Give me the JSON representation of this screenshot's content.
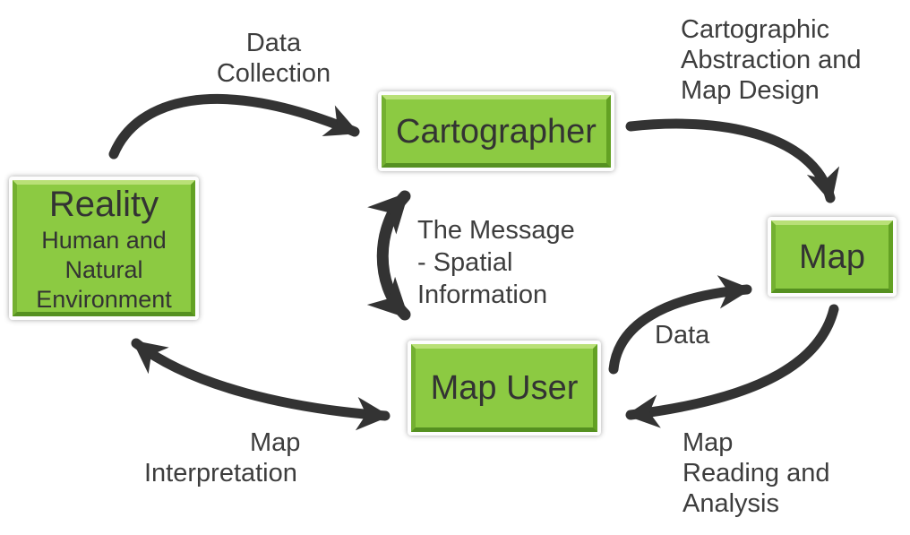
{
  "nodes": {
    "reality": {
      "title": "Reality",
      "sub1": "Human and",
      "sub2": "Natural",
      "sub3": "Environment"
    },
    "cartographer": {
      "title": "Cartographer"
    },
    "map": {
      "title": "Map"
    },
    "map_user": {
      "title": "Map User"
    }
  },
  "labels": {
    "data_collection": {
      "l1": "Data",
      "l2": "Collection"
    },
    "cartographic_abstraction": {
      "l1": "Cartographic",
      "l2": "Abstraction and",
      "l3": "Map Design"
    },
    "the_message": {
      "l1": "The Message",
      "l2": "- Spatial",
      "l3": "Information"
    },
    "data": {
      "l1": "Data"
    },
    "map_reading": {
      "l1": "Map",
      "l2": "Reading and",
      "l3": "Analysis"
    },
    "map_interpretation": {
      "l1": "Map",
      "l2": "Interpretation"
    }
  },
  "edges": [
    {
      "from": "Reality",
      "to": "Cartographer",
      "label": "Data Collection",
      "double_headed": false
    },
    {
      "from": "Cartographer",
      "to": "Map",
      "label": "Cartographic Abstraction and Map Design",
      "double_headed": false
    },
    {
      "from": "Map User",
      "to": "Map",
      "label": "Data",
      "double_headed": false
    },
    {
      "from": "Map",
      "to": "Map User",
      "label": "Map Reading and Analysis",
      "double_headed": false
    },
    {
      "from": "Map User",
      "to": "Reality",
      "label": "Map Interpretation",
      "double_headed": true
    },
    {
      "from": "Map User",
      "to": "Cartographer",
      "label": "The Message - Spatial Information",
      "double_headed": true
    }
  ],
  "colors": {
    "background": "#ffffff",
    "box_fill": "#8cca42",
    "box_bevel_light": "#b9e077",
    "box_bevel_dark": "#559020",
    "box_border": "#ffffff",
    "arrow": "#333333",
    "node_text": "#333333",
    "label_text": "#3d3d3d"
  }
}
